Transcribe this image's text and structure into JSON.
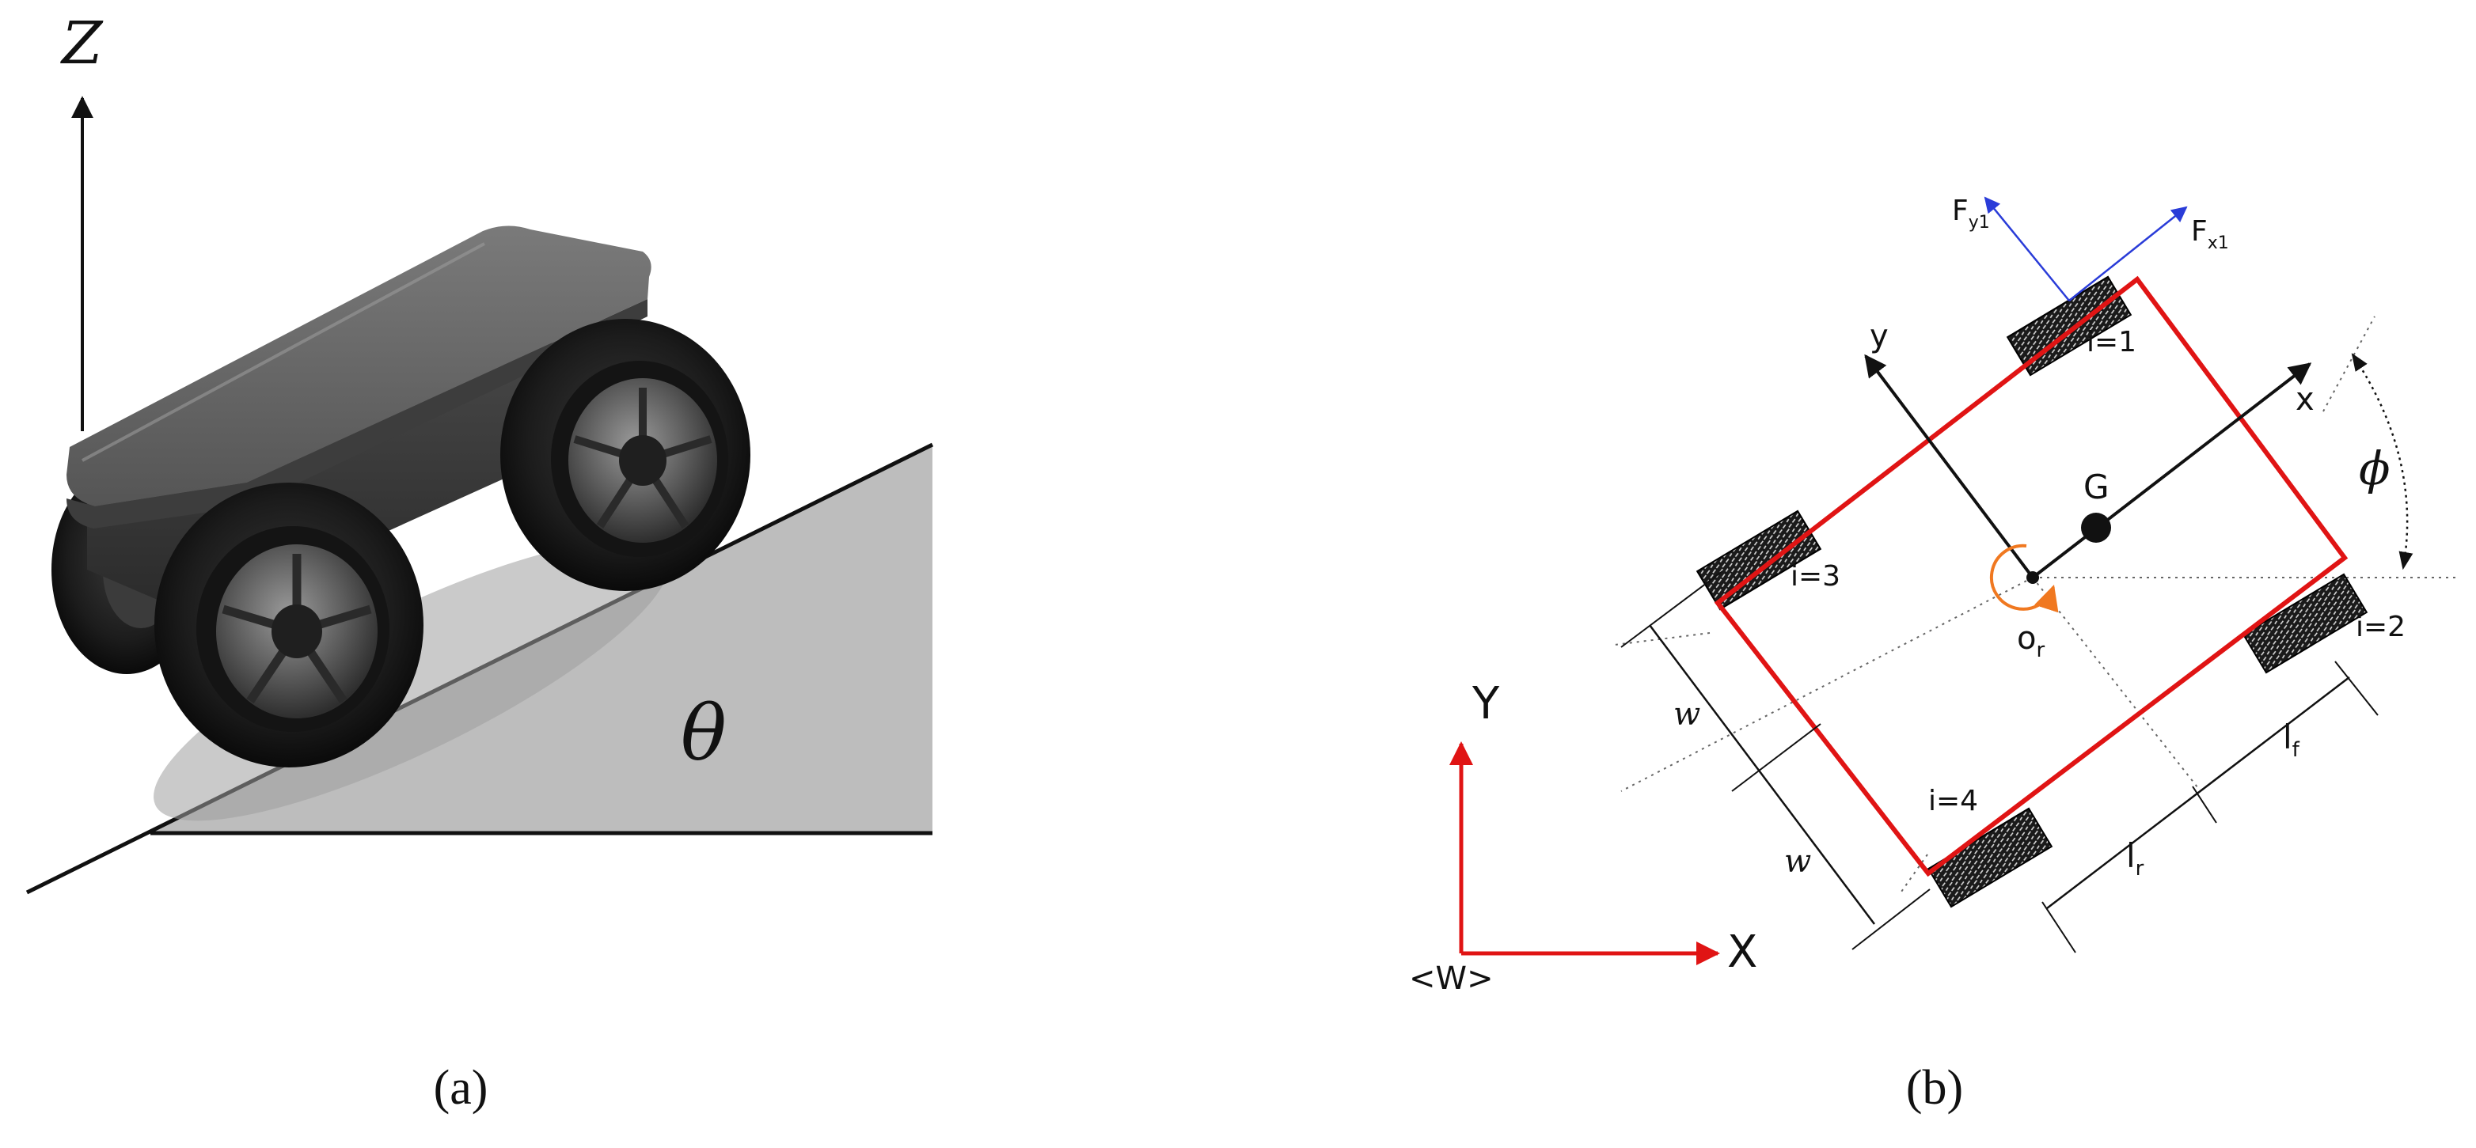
{
  "panel_a": {
    "z_axis_label": "Z",
    "slope_angle_label": "θ",
    "caption": "(a)"
  },
  "panel_b": {
    "world_y_label": "Y",
    "world_x_label": "X",
    "world_frame_label": "<W>",
    "body_y_label": "y",
    "body_x_label": "x",
    "cog_label": "G",
    "origin_label_main": "o",
    "origin_label_sub": "r",
    "heading_angle_label": "ϕ",
    "wheel_labels": [
      "i=1",
      "i=2",
      "i=3",
      "i=4"
    ],
    "force_y_main": "F",
    "force_y_sub": "y1",
    "force_x_main": "F",
    "force_x_sub": "x1",
    "half_width_label_1": "w",
    "half_width_label_2": "w",
    "front_length_main": "l",
    "front_length_sub": "f",
    "rear_length_main": "l",
    "rear_length_sub": "r",
    "caption": "(b)"
  },
  "colors": {
    "frame_red": "#e01414",
    "force_blue": "#2a3cd8",
    "origin_orange": "#f07820",
    "ramp_fill": "#bdbdbd",
    "ink": "#111111"
  }
}
